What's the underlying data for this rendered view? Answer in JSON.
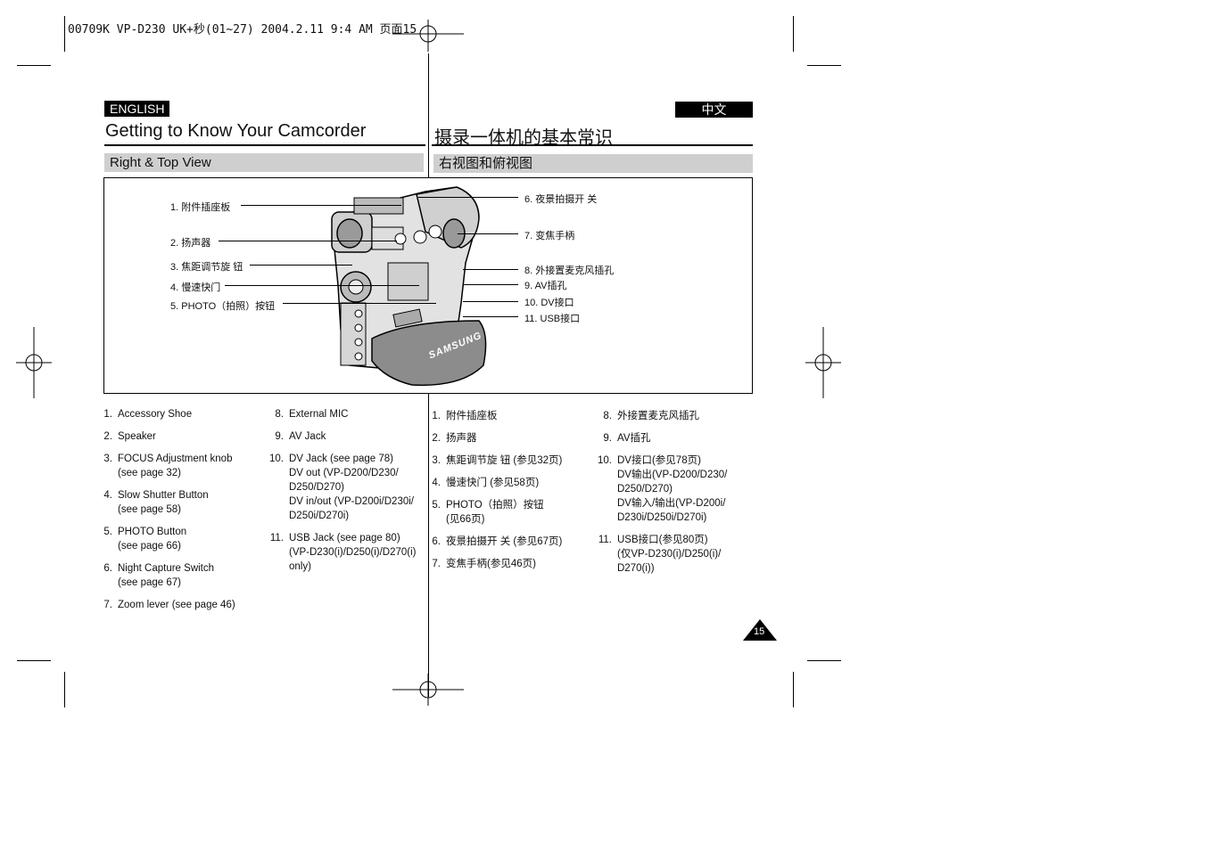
{
  "header": {
    "file_line": "00709K VP-D230 UK+秒(01~27) 2004.2.11 9:4 AM 页面15"
  },
  "english": {
    "badge": "ENGLISH",
    "title": "Getting to Know Your Camcorder",
    "section": "Right & Top View",
    "items": [
      {
        "num": "1.",
        "text": "Accessory Shoe"
      },
      {
        "num": "2.",
        "text": "Speaker"
      },
      {
        "num": "3.",
        "text": "FOCUS Adjustment knob\n(see page 32)"
      },
      {
        "num": "4.",
        "text": "Slow Shutter Button\n(see page 58)"
      },
      {
        "num": "5.",
        "text": "PHOTO Button\n(see page 66)"
      },
      {
        "num": "6.",
        "text": "Night Capture Switch\n(see page 67)"
      },
      {
        "num": "7.",
        "text": "Zoom lever (see page 46)"
      }
    ],
    "items2": [
      {
        "num": "8.",
        "text": "External MIC"
      },
      {
        "num": "9.",
        "text": "AV Jack"
      },
      {
        "num": "10.",
        "text": "DV Jack (see page 78)\nDV out (VP-D200/D230/\nD250/D270)\nDV in/out (VP-D200i/D230i/\nD250i/D270i)"
      },
      {
        "num": "11.",
        "text": "USB Jack (see page 80)\n(VP-D230(i)/D250(i)/D270(i)\nonly)"
      }
    ]
  },
  "chinese": {
    "badge": "中文",
    "title": "摄录一体机的基本常识",
    "section": "右视图和俯视图",
    "items": [
      {
        "num": "1.",
        "text": "附件插座板"
      },
      {
        "num": "2.",
        "text": "扬声器"
      },
      {
        "num": "3.",
        "text": "焦距调节旋 钮 (参见32页)"
      },
      {
        "num": "4.",
        "text": "慢速快门 (参见58页)"
      },
      {
        "num": "5.",
        "text": "PHOTO（拍照）按钮\n(见66页)"
      },
      {
        "num": "6.",
        "text": "夜景拍摄开 关 (参见67页)"
      },
      {
        "num": "7.",
        "text": "变焦手柄(参见46页)"
      }
    ],
    "items2": [
      {
        "num": "8.",
        "text": "外接置麦克风插孔"
      },
      {
        "num": "9.",
        "text": "AV插孔"
      },
      {
        "num": "10.",
        "text": "DV接口(参见78页)\nDV输出(VP-D200/D230/\nD250/D270)\nDV输入/输出(VP-D200i/\nD230i/D250i/D270i)"
      },
      {
        "num": "11.",
        "text": "USB接口(参见80页)\n(仅VP-D230(i)/D250(i)/\nD270(i))"
      }
    ]
  },
  "figure": {
    "brand": "SAMSUNG",
    "callouts_left": [
      "1. 附件插座板",
      "2. 扬声器",
      "3. 焦距调节旋 钮",
      "4. 慢速快门",
      "5. PHOTO（拍照）按钮"
    ],
    "callouts_right": [
      "6. 夜景拍摄开 关",
      "7. 变焦手柄",
      "8. 外接置麦克风插孔",
      "9. AV插孔",
      "10. DV接口",
      "11. USB接口"
    ]
  },
  "page_number": "15"
}
